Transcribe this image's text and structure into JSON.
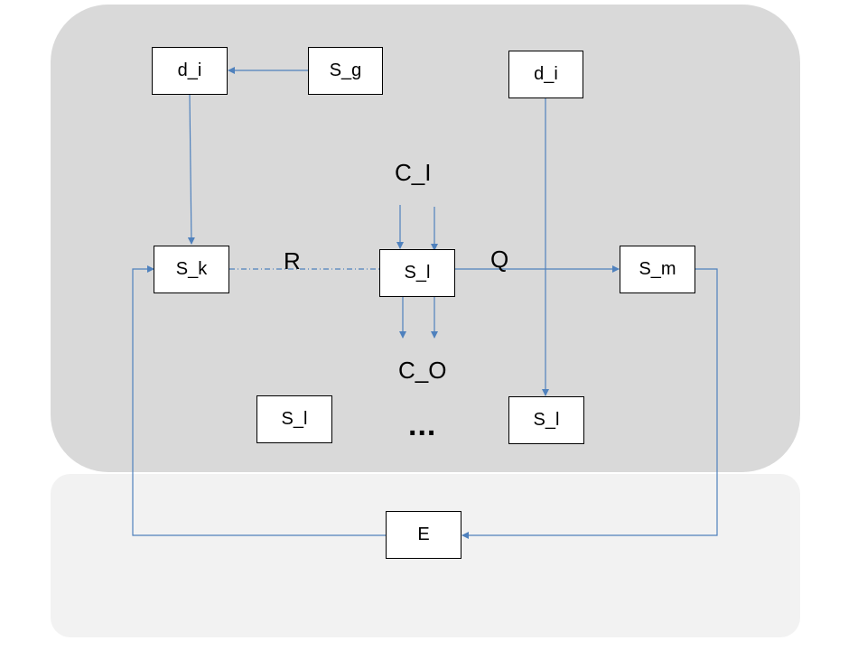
{
  "colors": {
    "top_region": "#d9d9d9",
    "bottom_region": "#f2f2f2",
    "edge": "#4f81bd"
  },
  "nodes": {
    "d_i_left": "d_i",
    "s_g": "S_g",
    "d_i_right": "d_i",
    "s_k": "S_k",
    "s_l_center": "S_l",
    "s_m": "S_m",
    "s_l_bottom_left": "S_l",
    "s_l_bottom_right": "S_l",
    "e": "E"
  },
  "labels": {
    "c_i": "C_I",
    "c_o": "C_O",
    "r": "R",
    "q": "Q",
    "ellipsis": "..."
  }
}
